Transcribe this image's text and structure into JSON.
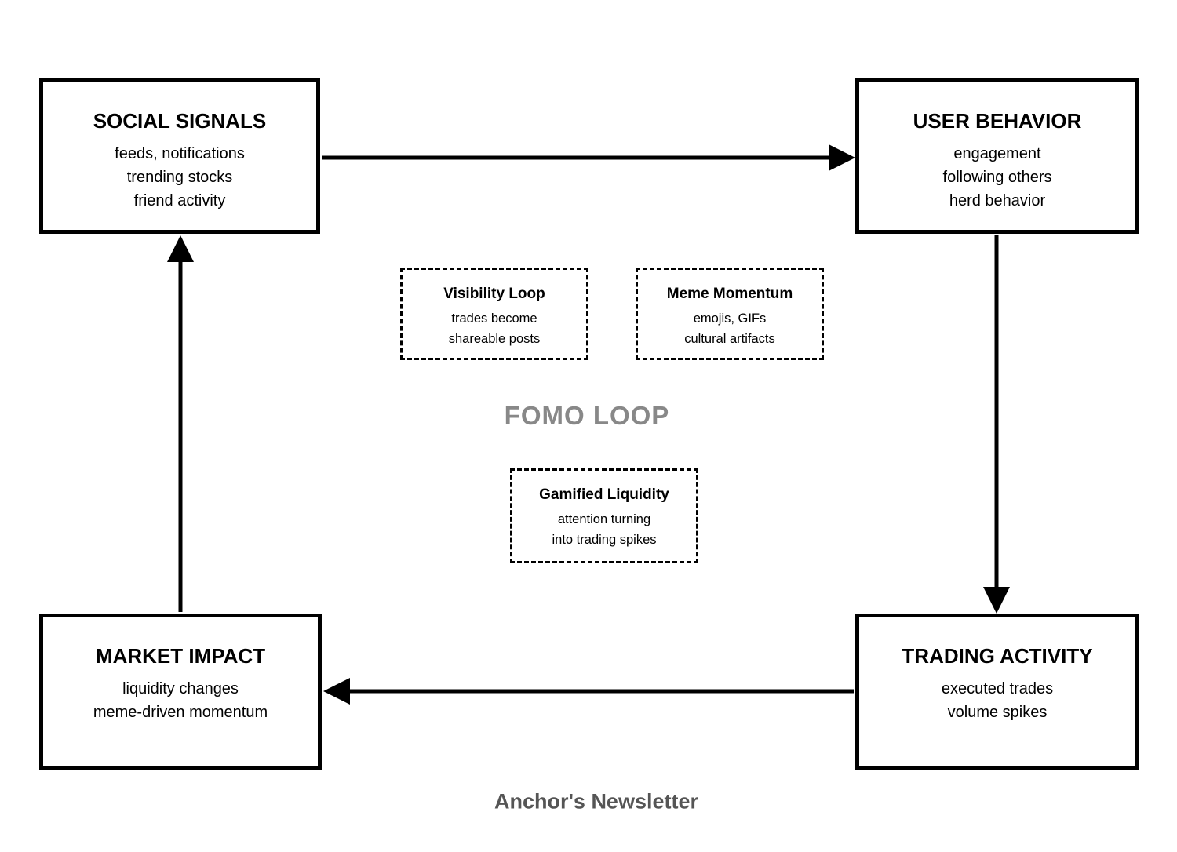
{
  "diagram": {
    "center_label": "FOMO LOOP",
    "footer": "Anchor's Newsletter",
    "colors": {
      "node_border": "#000000",
      "arrow": "#000000",
      "center_label": "#888888",
      "footer": "#555555",
      "background": "#ffffff"
    },
    "nodes": [
      {
        "id": "social-signals",
        "title": "SOCIAL SIGNALS",
        "lines": [
          "feeds, notifications",
          "trending stocks",
          "friend activity"
        ]
      },
      {
        "id": "user-behavior",
        "title": "USER BEHAVIOR",
        "lines": [
          "engagement",
          "following others",
          "herd behavior"
        ]
      },
      {
        "id": "trading-activity",
        "title": "TRADING ACTIVITY",
        "lines": [
          "executed trades",
          "volume spikes"
        ]
      },
      {
        "id": "market-impact",
        "title": "MARKET IMPACT",
        "lines": [
          "liquidity changes",
          "meme-driven momentum"
        ]
      }
    ],
    "annotations": [
      {
        "id": "visibility-loop",
        "title": "Visibility Loop",
        "lines": [
          "trades become",
          "shareable posts"
        ]
      },
      {
        "id": "meme-momentum",
        "title": "Meme Momentum",
        "lines": [
          "emojis, GIFs",
          "cultural artifacts"
        ]
      },
      {
        "id": "gamified-liquidity",
        "title": "Gamified Liquidity",
        "lines": [
          "attention turning",
          "into trading spikes"
        ]
      }
    ],
    "edges": [
      {
        "from": "social-signals",
        "to": "user-behavior"
      },
      {
        "from": "user-behavior",
        "to": "trading-activity"
      },
      {
        "from": "trading-activity",
        "to": "market-impact"
      },
      {
        "from": "market-impact",
        "to": "social-signals"
      }
    ]
  }
}
